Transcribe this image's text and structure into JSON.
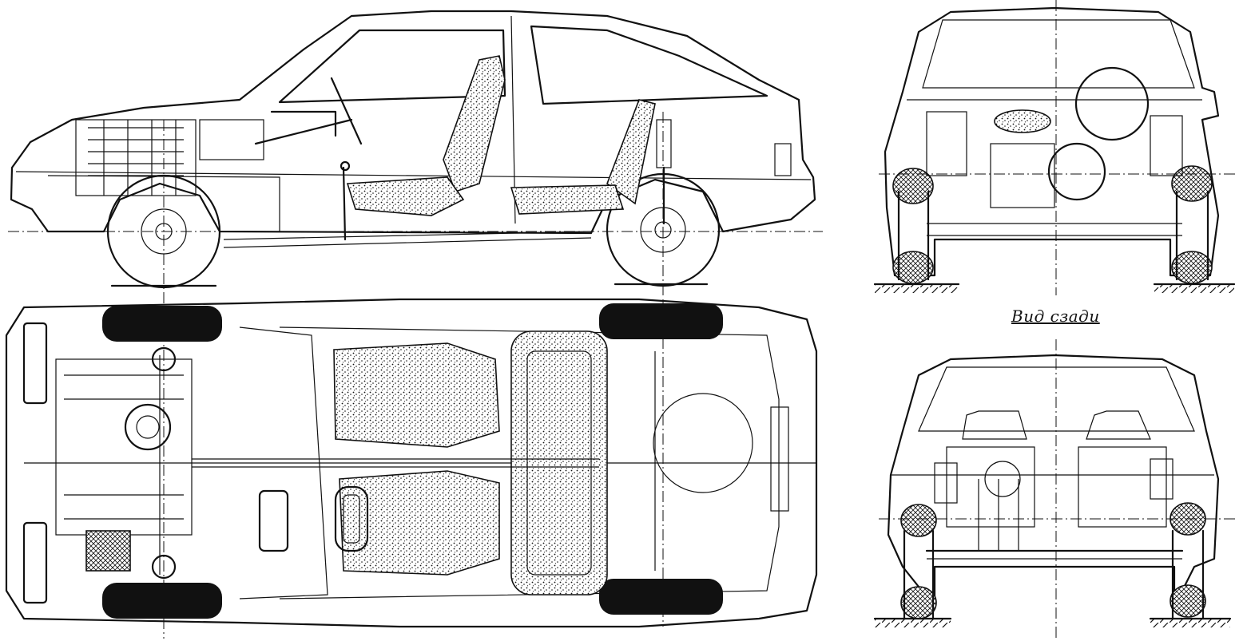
{
  "captions": {
    "rear_view": "Вид сзади"
  },
  "views": [
    {
      "name": "side-view"
    },
    {
      "name": "top-view"
    },
    {
      "name": "rear-view"
    },
    {
      "name": "front-view"
    }
  ],
  "colors": {
    "ink": "#111111",
    "paper": "#ffffff"
  }
}
